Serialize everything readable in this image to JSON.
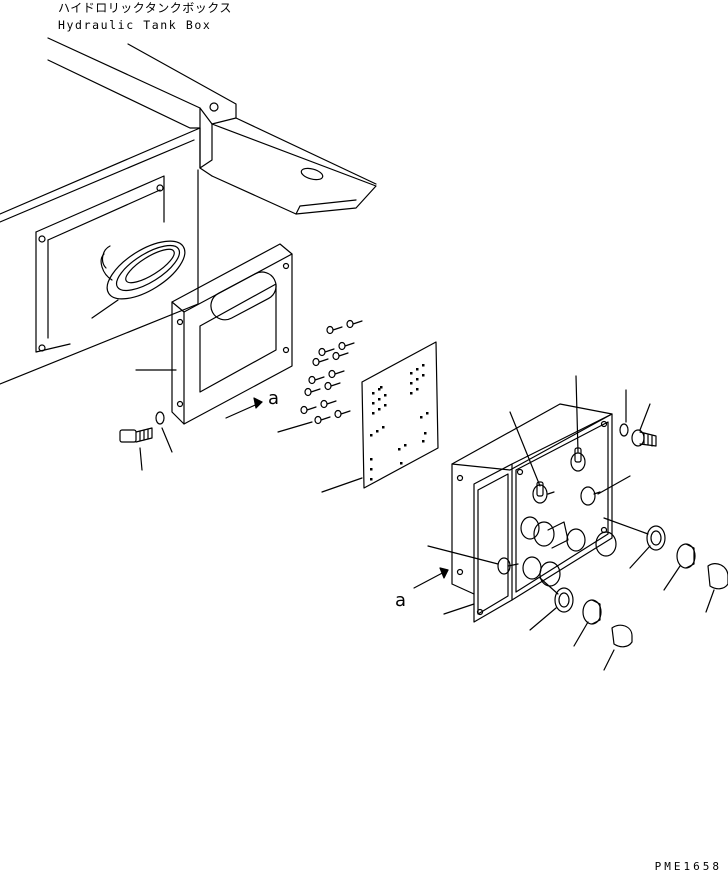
{
  "title": {
    "jp": "ハイドロリックタンクボックス",
    "en": "Hydraulic Tank Box"
  },
  "view_markers": [
    "a",
    "a"
  ],
  "reference_code": "PME1658"
}
